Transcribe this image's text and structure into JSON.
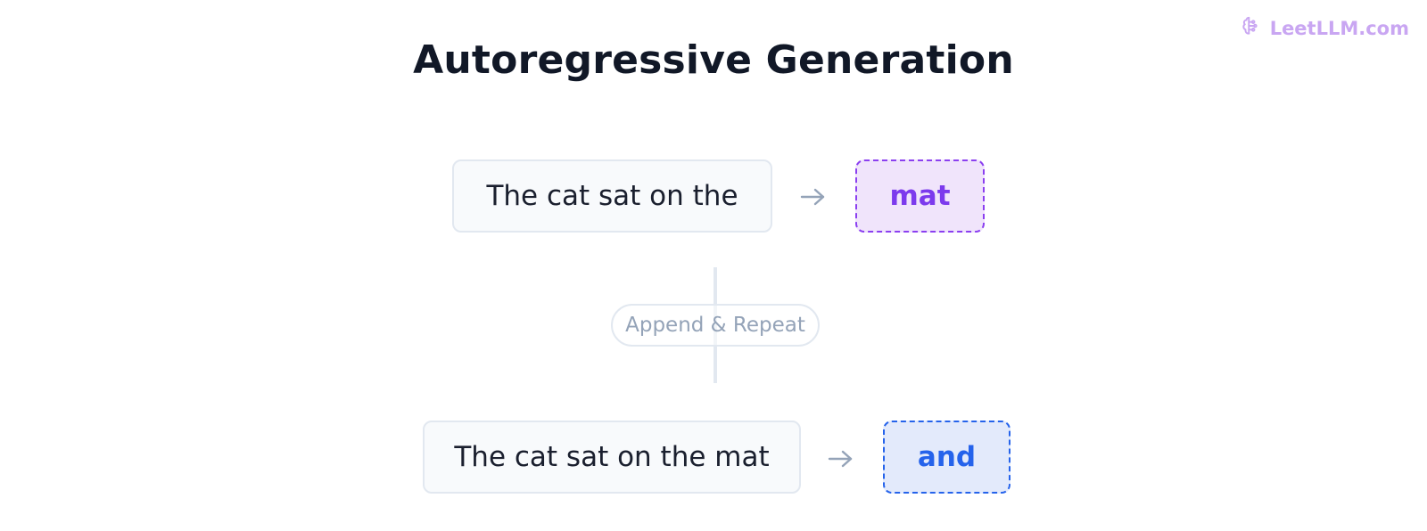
{
  "watermark": {
    "text": "LeetLLM.com",
    "icon": "brain-icon"
  },
  "title": "Autoregressive Generation",
  "steps": [
    {
      "context": "The cat sat on the",
      "next_token": "mat"
    },
    {
      "context": "The cat sat on the mat",
      "next_token": "and"
    }
  ],
  "loop_label": "Append & Repeat",
  "colors": {
    "title": "#111827",
    "context_bg": "#f8fafc",
    "context_border": "#e2e8f0",
    "token1_bg": "#f0e4fb",
    "token1_accent": "#7c3aed",
    "token2_bg": "#e3eafb",
    "token2_accent": "#2563eb",
    "arrow": "#94a3b8",
    "watermark": "#c9a6f2"
  }
}
